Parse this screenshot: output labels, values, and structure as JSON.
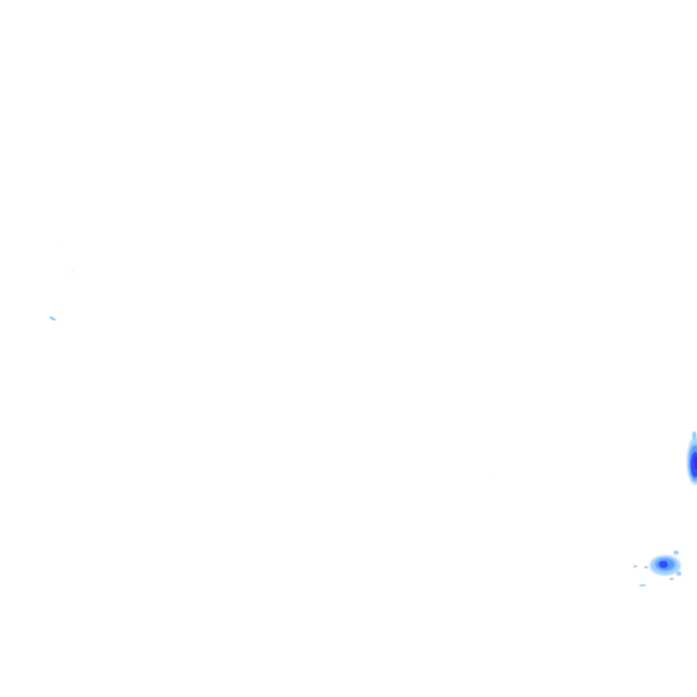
{
  "map": {
    "type": "precipitation-radar-overlay",
    "background_color": "#ffffff",
    "intensity_palette": {
      "light": "#9fd0ff",
      "moderate": "#5a9bff",
      "heavy": "#2f4dff",
      "very_heavy": "#3a2cf0"
    },
    "echoes": [
      {
        "name": "echo-cluster-east-edge",
        "intensity_levels": [
          "light",
          "moderate",
          "heavy",
          "very_heavy"
        ]
      },
      {
        "name": "echo-cluster-southeast",
        "intensity_levels": [
          "light",
          "moderate",
          "heavy"
        ]
      },
      {
        "name": "echo-speck-west",
        "intensity_levels": [
          "light"
        ]
      }
    ]
  }
}
